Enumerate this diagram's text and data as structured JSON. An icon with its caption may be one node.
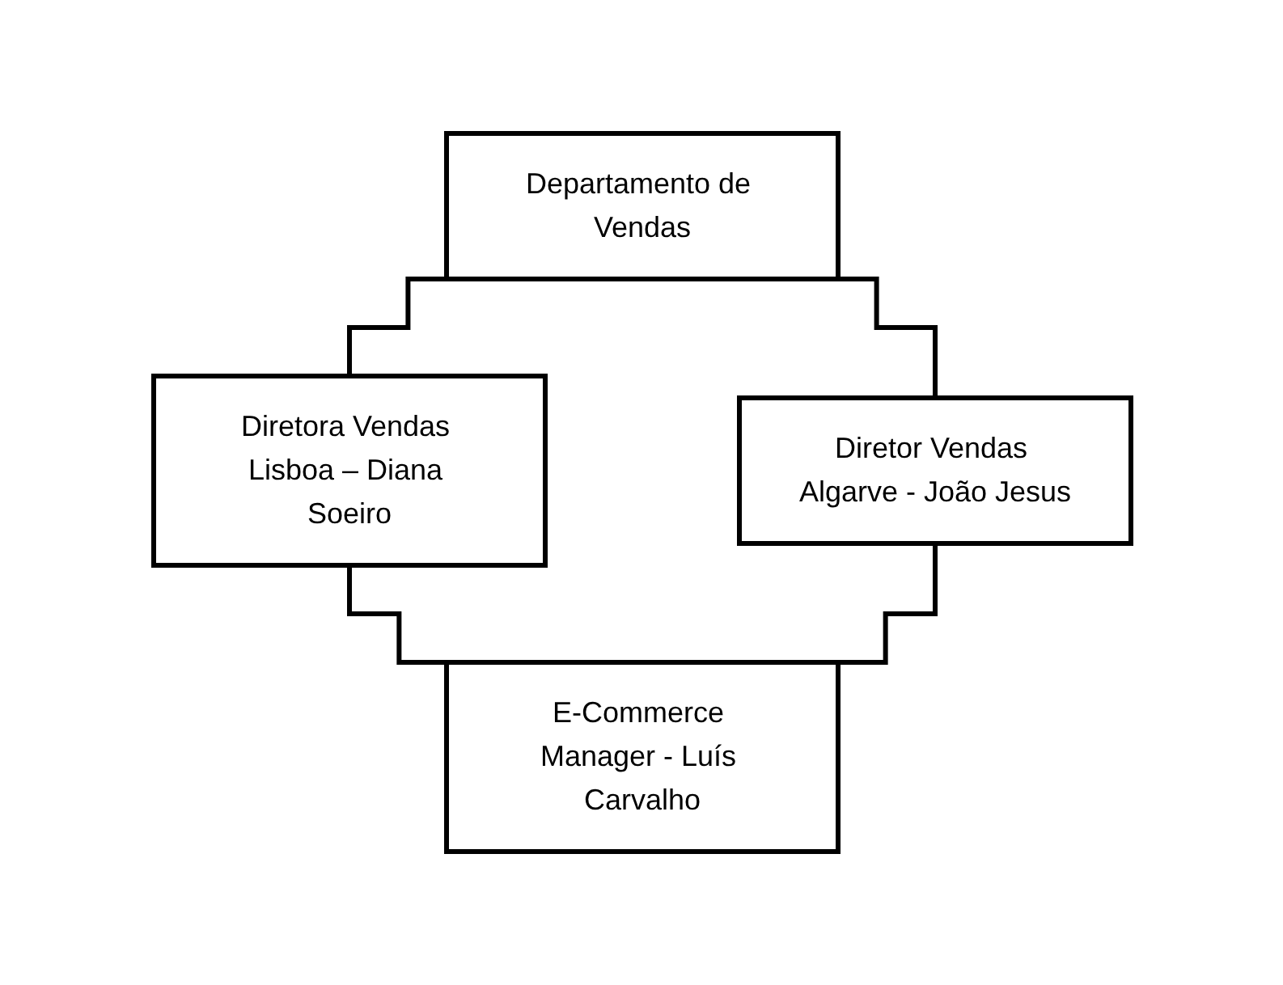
{
  "diagram": {
    "nodes": [
      {
        "text": [
          "Departamento de Vendas"
        ]
      },
      {
        "text": [
          "Diretora Vendas Lisboa – Diana Soeiro"
        ]
      },
      {
        "text": [
          "Diretor Vendas Algarve - João Jesus"
        ]
      },
      {
        "text": [
          "E-Commerce Manager - Luís Carvalho"
        ]
      }
    ],
    "edges": [
      {
        "from": 0,
        "to": 1,
        "arrow": "none"
      },
      {
        "from": 0,
        "to": 2,
        "arrow": "none"
      },
      {
        "from": 1,
        "to": 3,
        "arrow": "none"
      },
      {
        "from": 2,
        "to": 3,
        "arrow": "none"
      }
    ]
  }
}
